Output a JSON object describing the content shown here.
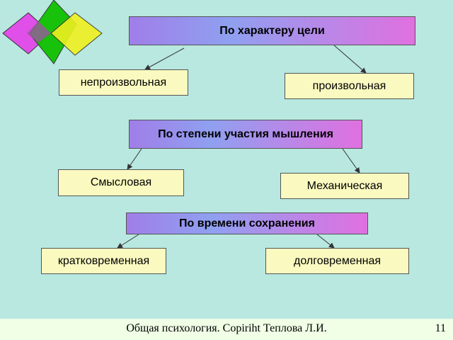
{
  "diagram": {
    "groups": [
      {
        "heading": "По характеру цели",
        "left": "непроизвольная",
        "right": "произвольная"
      },
      {
        "heading": "По степени участия мышления",
        "left": "Смысловая",
        "right": "Механическая"
      },
      {
        "heading": "По времени сохранения",
        "left": "кратковременная",
        "right": "долговременная"
      }
    ]
  },
  "decoration": {
    "diamond_colors": [
      "#e050e8",
      "#10c000",
      "#f0f020"
    ],
    "overlap_color": "#9a5aa0"
  },
  "footer": {
    "caption": "Общая психология. Copiriht Теплова Л.И.",
    "page_number": "11"
  }
}
